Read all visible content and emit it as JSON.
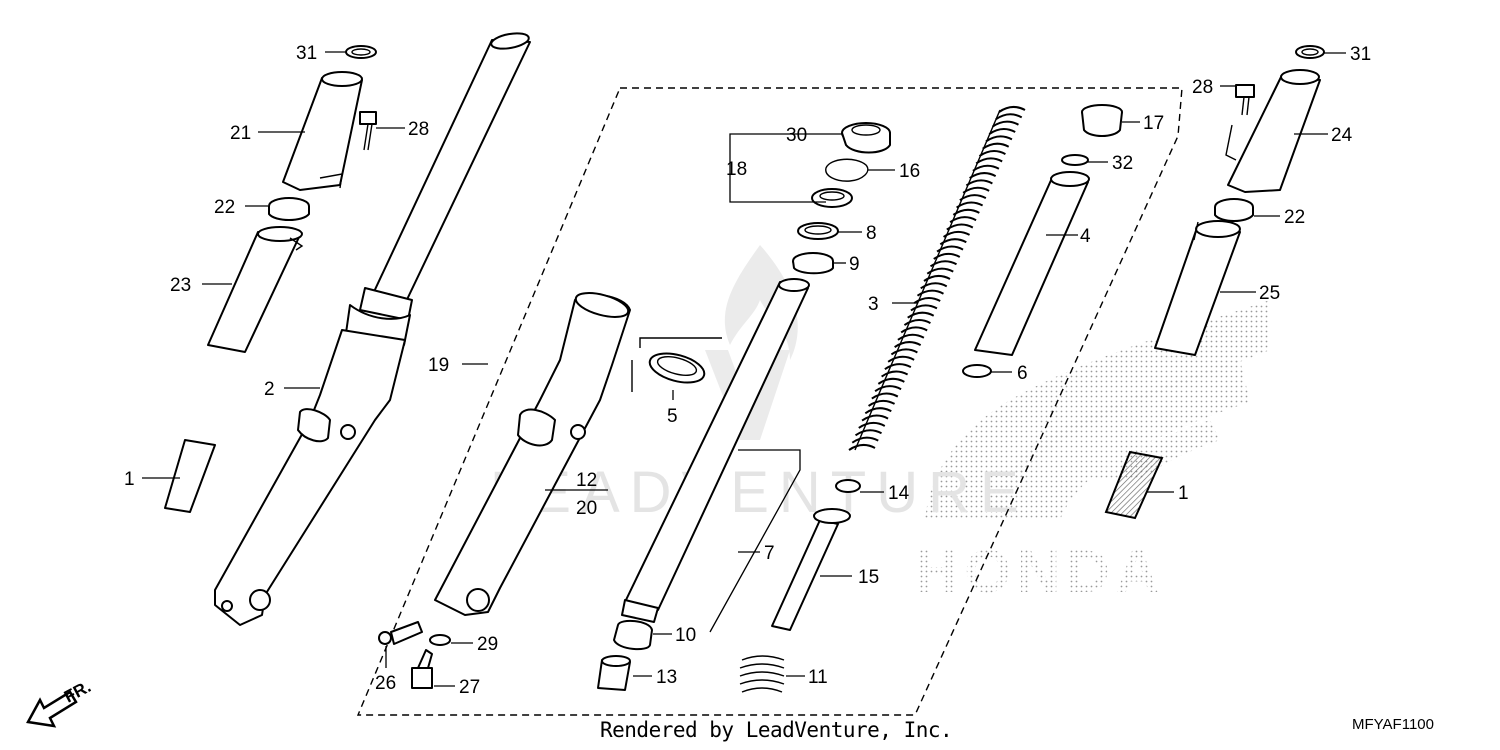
{
  "diagram": {
    "code": "MFYAF1100",
    "credit": "Rendered by LeadVenture, Inc.",
    "watermark_logo_text": "HONDA",
    "watermark_brand_text": "LEADVENTURE",
    "front_arrow": "FR."
  },
  "callouts": [
    {
      "id": "c1-left",
      "num": "1"
    },
    {
      "id": "c1-right",
      "num": "1"
    },
    {
      "id": "c2",
      "num": "2"
    },
    {
      "id": "c3",
      "num": "3"
    },
    {
      "id": "c4",
      "num": "4"
    },
    {
      "id": "c5",
      "num": "5"
    },
    {
      "id": "c6",
      "num": "6"
    },
    {
      "id": "c7",
      "num": "7"
    },
    {
      "id": "c8",
      "num": "8"
    },
    {
      "id": "c9",
      "num": "9"
    },
    {
      "id": "c10",
      "num": "10"
    },
    {
      "id": "c11",
      "num": "11"
    },
    {
      "id": "c12",
      "num": "12"
    },
    {
      "id": "c13",
      "num": "13"
    },
    {
      "id": "c14",
      "num": "14"
    },
    {
      "id": "c15",
      "num": "15"
    },
    {
      "id": "c16",
      "num": "16"
    },
    {
      "id": "c17",
      "num": "17"
    },
    {
      "id": "c18",
      "num": "18"
    },
    {
      "id": "c19",
      "num": "19"
    },
    {
      "id": "c20",
      "num": "20"
    },
    {
      "id": "c21",
      "num": "21"
    },
    {
      "id": "c22-left",
      "num": "22"
    },
    {
      "id": "c22-right",
      "num": "22"
    },
    {
      "id": "c23",
      "num": "23"
    },
    {
      "id": "c24",
      "num": "24"
    },
    {
      "id": "c25",
      "num": "25"
    },
    {
      "id": "c26",
      "num": "26"
    },
    {
      "id": "c27",
      "num": "27"
    },
    {
      "id": "c28-left",
      "num": "28"
    },
    {
      "id": "c28-right",
      "num": "28"
    },
    {
      "id": "c29",
      "num": "29"
    },
    {
      "id": "c30",
      "num": "30"
    },
    {
      "id": "c31-left",
      "num": "31"
    },
    {
      "id": "c31-right",
      "num": "31"
    },
    {
      "id": "c32",
      "num": "32"
    }
  ]
}
